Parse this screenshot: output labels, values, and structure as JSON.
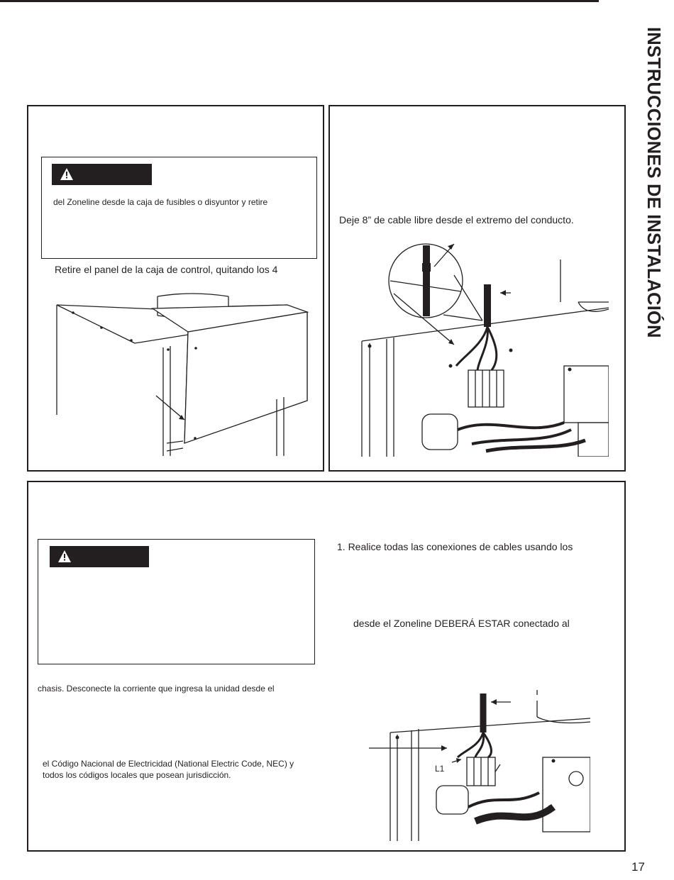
{
  "page": {
    "side_title": "INSTRUCCIONES DE INSTALACIÓN",
    "page_number": "17"
  },
  "panel_a": {
    "warning_text": "del Zoneline desde la caja de fusibles o disyuntor y retire",
    "step_text": "Retire el panel de la caja de control, quitando los 4"
  },
  "panel_b": {
    "step_text": "Deje 8” de cable libre desde el extremo del conducto."
  },
  "panel_c": {
    "chassis_text": "chasis. Desconecte la corriente que ingresa la unidad desde el",
    "code_text": "el Código Nacional de Electricidad (National Electric Code, NEC) y todos los códigos locales que posean jurisdicción.",
    "step_1": "1.  Realice todas las conexiones de cables usando los",
    "connect_text": "desde el Zoneline DEBERÁ ESTAR conectado al",
    "label_l1": "L1"
  },
  "icons": {
    "warning": "warning-triangle-icon"
  }
}
